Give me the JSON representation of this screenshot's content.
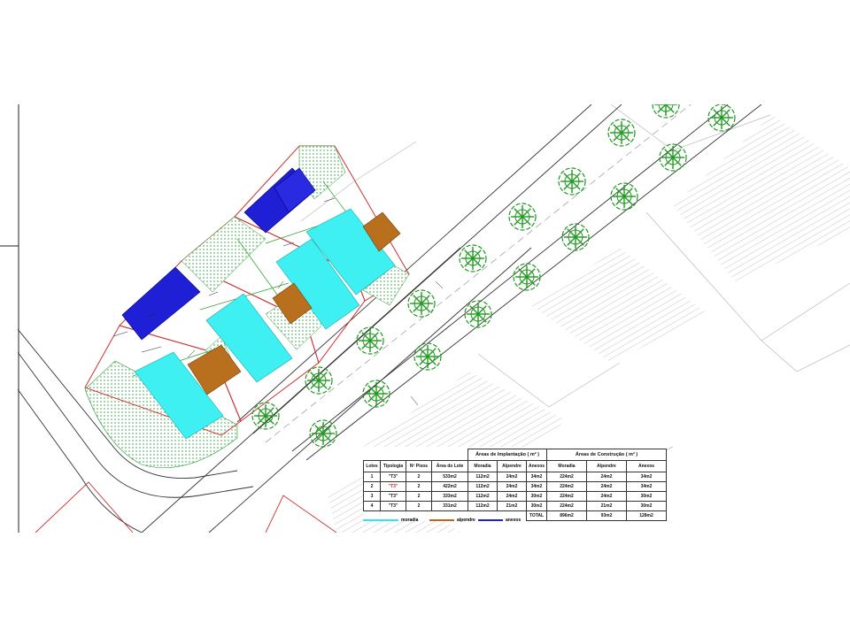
{
  "table": {
    "group_implantacao": "Áreas de Implantação ( m² )",
    "group_construcao": "Áreas de Construção ( m² )",
    "headers": [
      "Lotes",
      "Tipologia",
      "Nº Pisos",
      "Área do Lote",
      "Moradia",
      "Alpendre",
      "Anexos",
      "Moradia",
      "Alpendre",
      "Anexos"
    ],
    "rows": [
      [
        "1",
        "\"T3\"",
        "2",
        "533m2",
        "112m2",
        "24m2",
        "34m2",
        "224m2",
        "24m2",
        "34m2"
      ],
      [
        "2",
        "\"T3\"",
        "2",
        "422m2",
        "112m2",
        "24m2",
        "34m2",
        "224m2",
        "24m2",
        "34m2"
      ],
      [
        "3",
        "\"T3\"",
        "2",
        "333m2",
        "112m2",
        "24m2",
        "30m2",
        "224m2",
        "24m2",
        "30m2"
      ],
      [
        "4",
        "\"T3\"",
        "2",
        "331m2",
        "112m2",
        "21m2",
        "30m2",
        "224m2",
        "21m2",
        "30m2"
      ]
    ],
    "total_label": "TOTAL",
    "totals": [
      "896m2",
      "93m2",
      "128m2"
    ]
  },
  "legend": [
    {
      "label": "moradia",
      "color": "#33e5f0"
    },
    {
      "label": "alpendre",
      "color": "#b86a1a"
    },
    {
      "label": "anexos",
      "color": "#2222cc"
    }
  ],
  "colors": {
    "moradia": "#3ef0f2",
    "alpendre": "#b8701f",
    "anexos": "#1f1fd6",
    "green_area": "#1a9a2a",
    "lot_line": "#cc3333",
    "tree": "#1e9a1e"
  }
}
